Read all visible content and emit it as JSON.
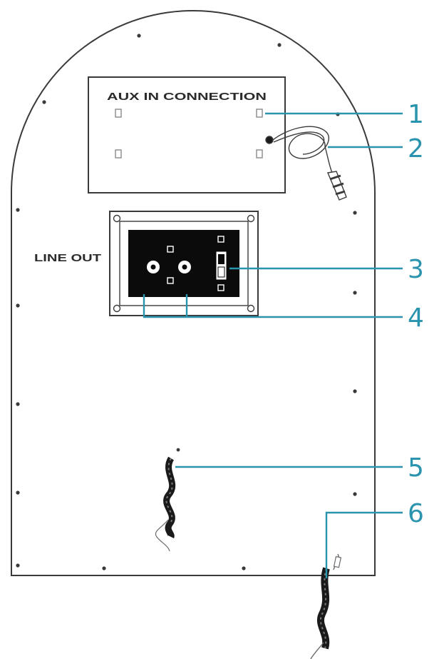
{
  "labels": {
    "aux_in": "AUX IN CONNECTION",
    "line_out": "LINE OUT"
  },
  "callouts": [
    {
      "number": "1"
    },
    {
      "number": "2"
    },
    {
      "number": "3"
    },
    {
      "number": "4"
    },
    {
      "number": "5"
    },
    {
      "number": "6"
    }
  ],
  "colors": {
    "callout": "#2a93ad",
    "outline": "#3a3a3a",
    "faceplate": "#0b0b0b"
  }
}
